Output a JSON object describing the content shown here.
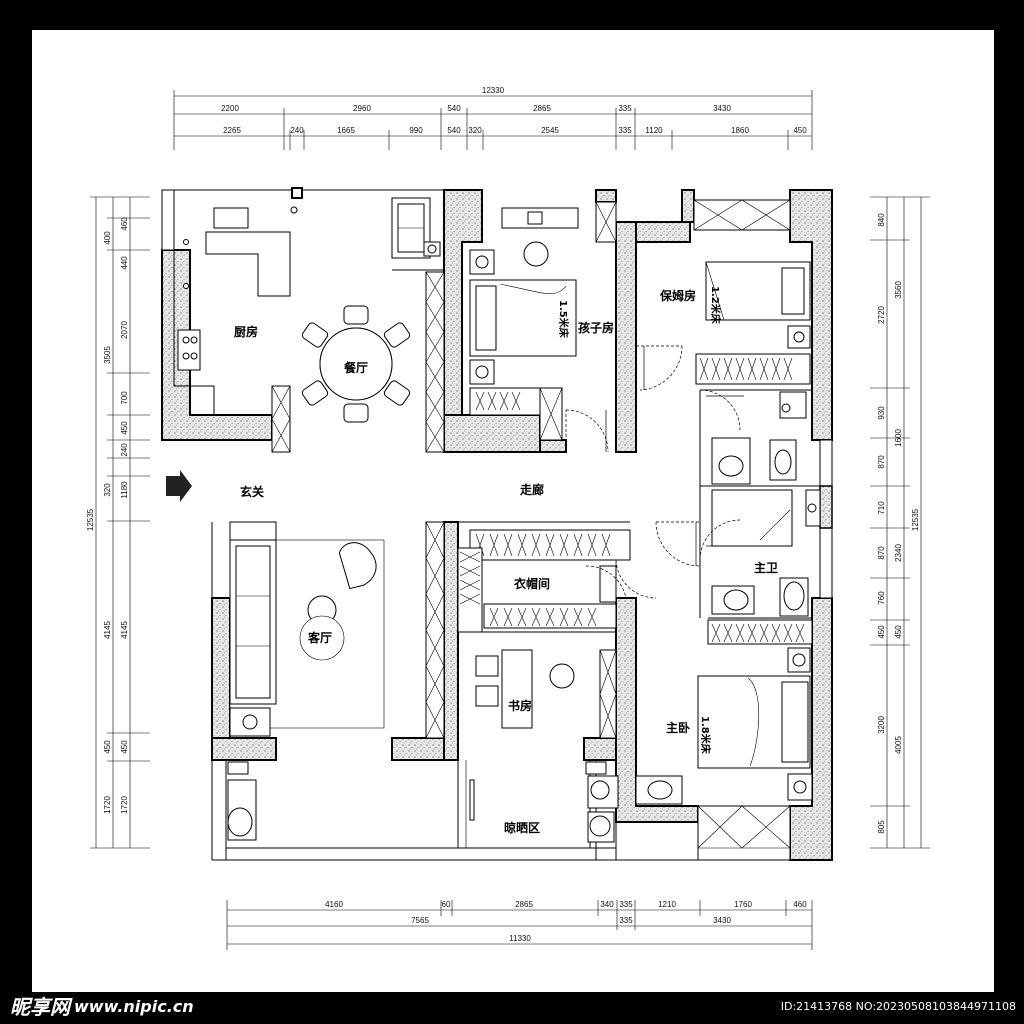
{
  "rooms": {
    "kitchen": "厨房",
    "dining": "餐厅",
    "kids_room": "孩子房",
    "nanny_room": "保姆房",
    "entrance": "玄关",
    "corridor": "走廊",
    "living": "客厅",
    "wardrobe": "衣帽间",
    "study": "书房",
    "master_bath": "主卫",
    "master_bedroom": "主卧",
    "drying_area": "晾晒区"
  },
  "beds": {
    "kids_bed": "1.5米床",
    "nanny_bed": "1.2米床",
    "master_bed": "1.8米床"
  },
  "dims_top": {
    "overall": "12330",
    "row1": [
      "2200",
      "2960",
      "540",
      "2865",
      "335",
      "3430"
    ],
    "row2": [
      "2265",
      "240",
      "1665",
      "990",
      "540",
      "320",
      "2545",
      "335",
      "1120",
      "1860",
      "450"
    ]
  },
  "dims_bottom": {
    "row1": [
      "4160",
      "60",
      "2865",
      "340",
      "335",
      "1210",
      "1760",
      "460"
    ],
    "row2": [
      "7565",
      "335",
      "3430"
    ],
    "overall": "11330"
  },
  "dims_left": {
    "outer": [
      "12535"
    ],
    "mid": [
      "3505",
      "1180",
      "4145",
      "450",
      "1720"
    ],
    "inner": [
      "400",
      "440",
      "2070",
      "700",
      "450",
      "240",
      "320",
      "4145",
      "450",
      "1720"
    ],
    "inner2": [
      "460"
    ]
  },
  "dims_right": {
    "inner": [
      "840",
      "2720",
      "930",
      "870",
      "710",
      "870",
      "760",
      "450",
      "3200",
      "805"
    ],
    "mid": [
      "3560",
      "1600",
      "2340",
      "450",
      "4005"
    ],
    "outer": [
      "12535"
    ]
  },
  "footer": {
    "logo": "昵享网",
    "site": "www.nipic.cn",
    "id_text": "ID:21413768 NO:20230508103844971108"
  }
}
